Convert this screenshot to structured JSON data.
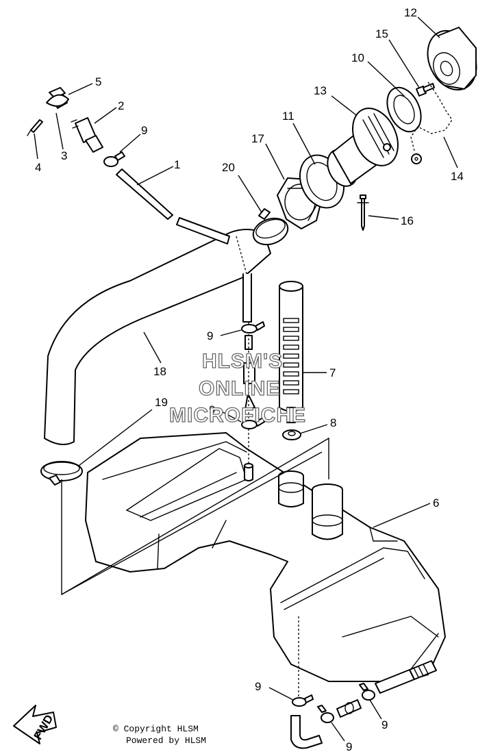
{
  "callouts": {
    "c1": "1",
    "c2": "2",
    "c3": "3",
    "c4": "4",
    "c5": "5",
    "c6": "6",
    "c7": "7",
    "c8": "8",
    "c9a": "9",
    "c9b": "9",
    "c9c": "9",
    "c9d": "9",
    "c9e": "9",
    "c9f": "9",
    "c10": "10",
    "c11": "11",
    "c12": "12",
    "c13": "13",
    "c14": "14",
    "c15": "15",
    "c16": "16",
    "c17": "17",
    "c18": "18",
    "c19": "19",
    "c20": "20"
  },
  "watermark": {
    "line1": "HLSM'S",
    "line2": "ONLINE",
    "line3": "MICROFICHE"
  },
  "fwd_label": "FWD",
  "copyright": {
    "line1": "© Copyright HLSM",
    "line2": "Powered by HLSM"
  }
}
